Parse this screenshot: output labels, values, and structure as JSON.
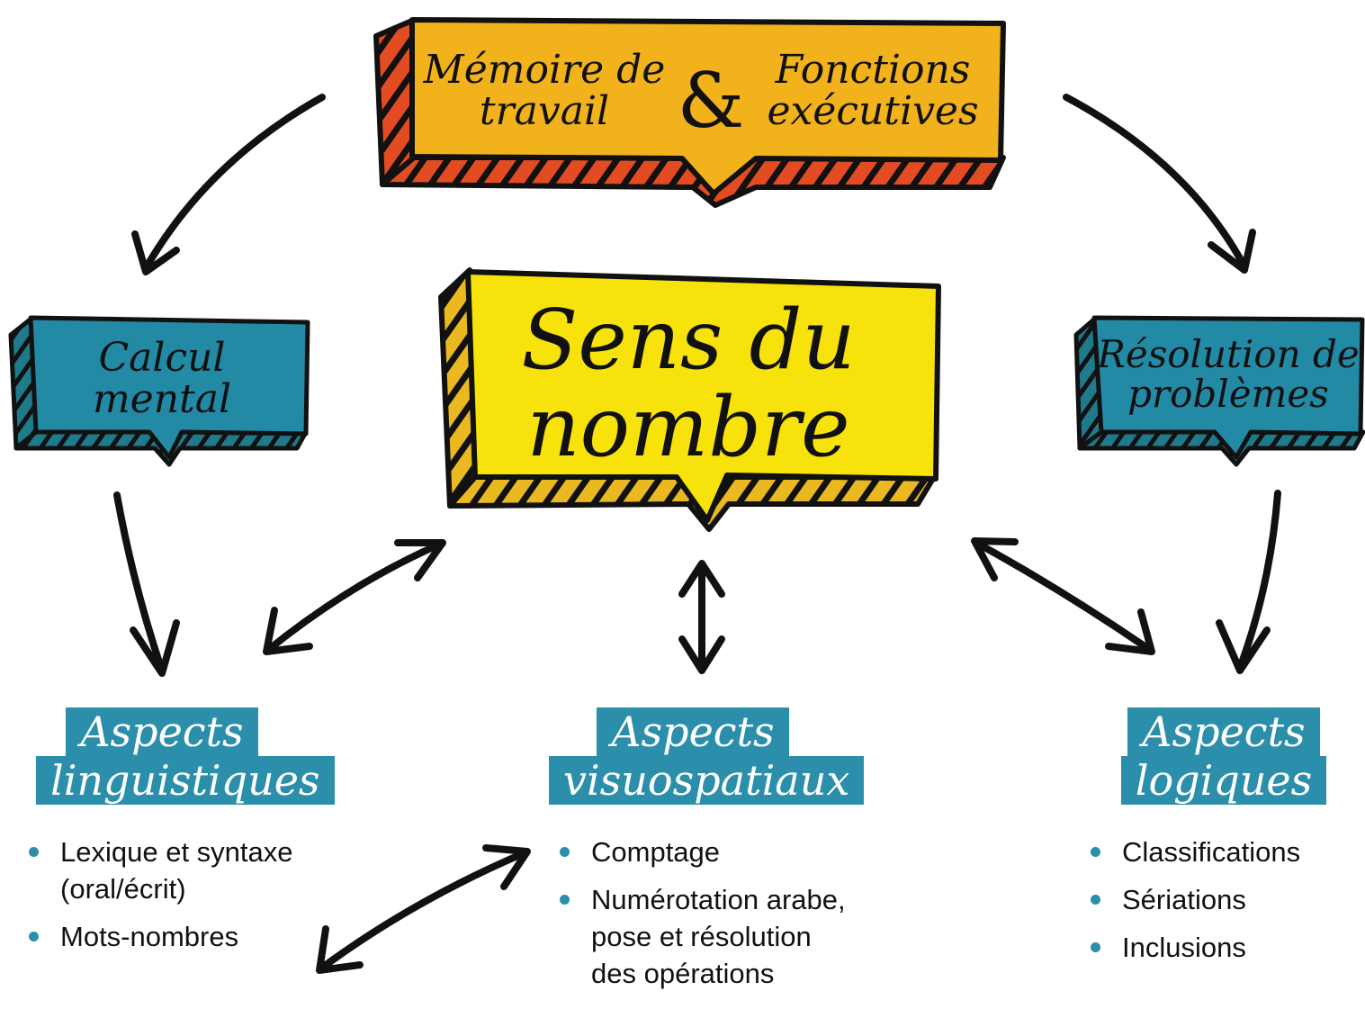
{
  "top_bubble": {
    "left_text": "Mémoire de travail",
    "ampersand": "&",
    "right_text": "Fonctions exécutives"
  },
  "center_bubble": {
    "text": "Sens du nombre"
  },
  "left_bubble": {
    "text": "Calcul mental"
  },
  "right_bubble": {
    "text": "Résolution de problèmes"
  },
  "aspects": {
    "linguistic": {
      "line1": "Aspects",
      "line2": "linguistiques",
      "items": [
        "Lexique et syntaxe (oral/écrit)",
        "Mots-nombres"
      ]
    },
    "visuospatial": {
      "line1": "Aspects",
      "line2": "visuospatiaux",
      "items": [
        "Comptage",
        "Numérotation arabe, pose et résolution des opérations"
      ]
    },
    "logical": {
      "line1": "Aspects",
      "line2": "logiques",
      "items": [
        "Classifications",
        "Sériations",
        "Inclusions"
      ]
    }
  },
  "colors": {
    "top_fill": "#f1b21c",
    "top_side": "#e34c23",
    "center_fill": "#f8e20c",
    "center_side": "#eab821",
    "teal_fill": "#238aa6",
    "teal_side": "#1f7a8c",
    "outline": "#111111",
    "aspect_bg": "#2b8eaa"
  }
}
